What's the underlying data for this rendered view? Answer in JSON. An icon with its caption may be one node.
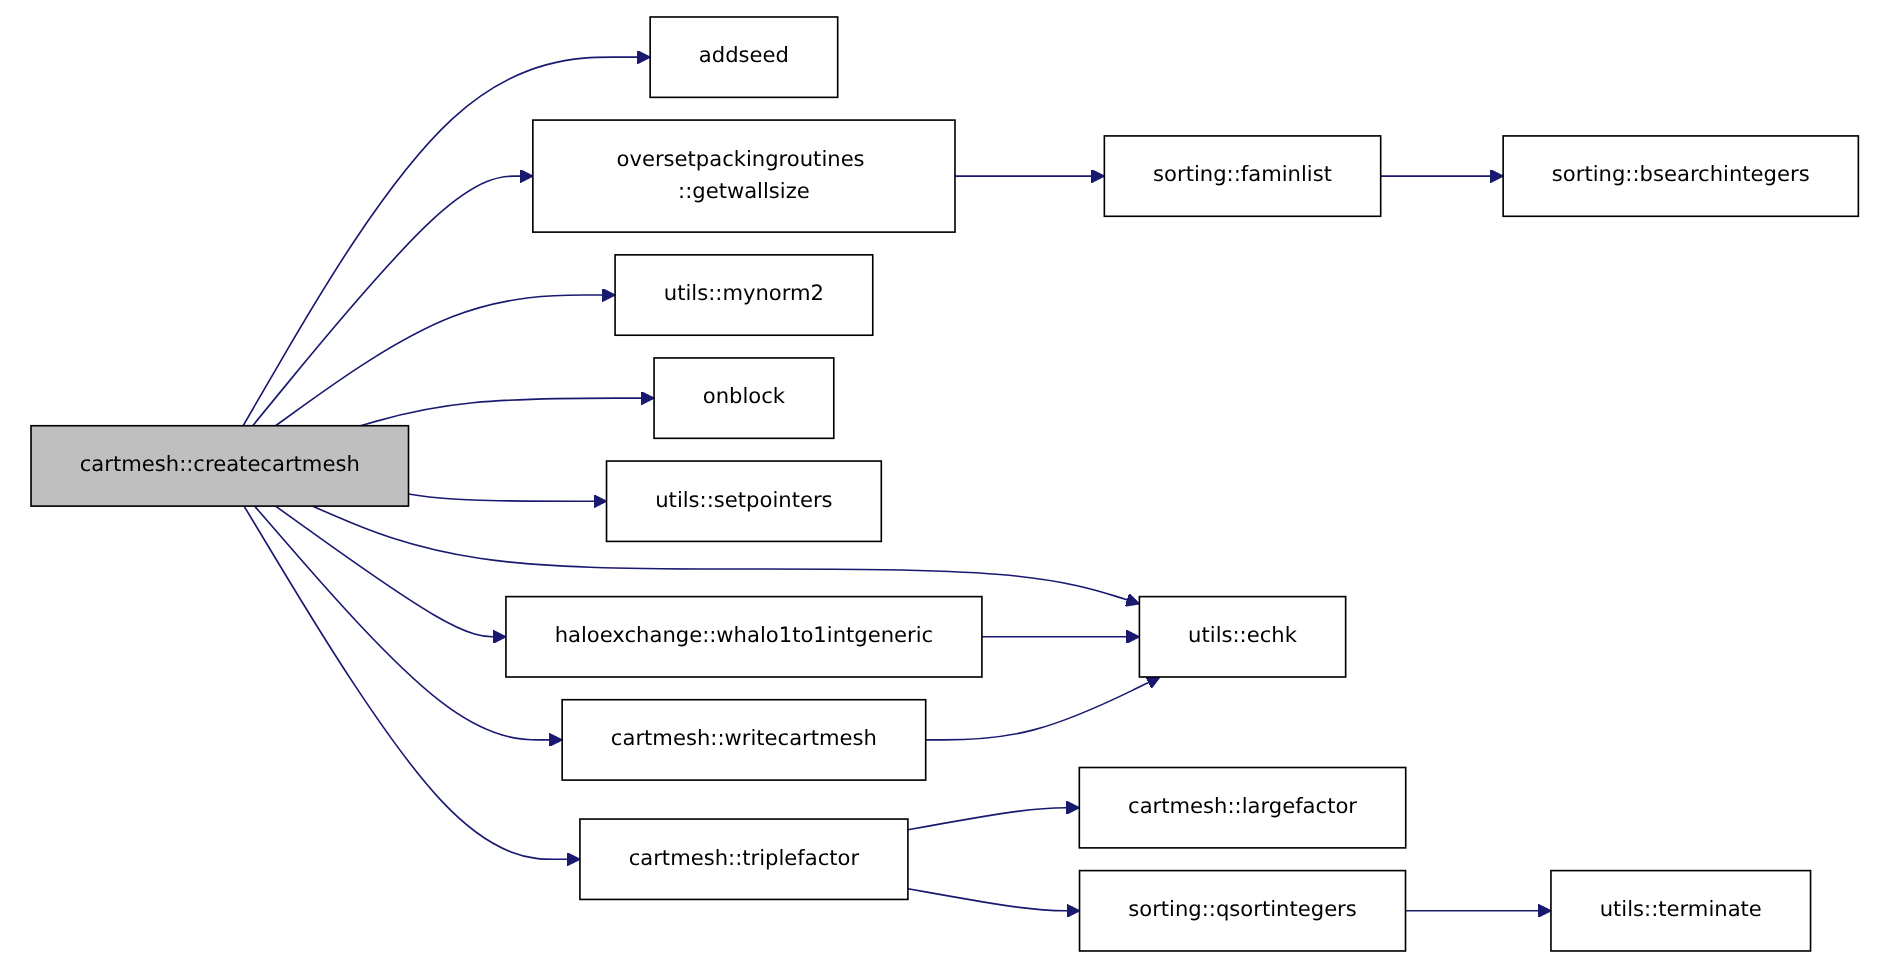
{
  "diagram": {
    "nodes": [
      {
        "text": [
          "cartmesh::createcartmesh"
        ]
      },
      {
        "text": [
          "addseed"
        ]
      },
      {
        "text": [
          "oversetpackingroutines ::getwallsize"
        ]
      },
      {
        "text": [
          "sorting::faminlist"
        ]
      },
      {
        "text": [
          "sorting::bsearchintegers"
        ]
      },
      {
        "text": [
          "utils::mynorm2"
        ]
      },
      {
        "text": [
          "onblock"
        ]
      },
      {
        "text": [
          "utils::setpointers"
        ]
      },
      {
        "text": [
          "haloexchange::whalo1to1intgeneric"
        ]
      },
      {
        "text": [
          "utils::echk"
        ]
      },
      {
        "text": [
          "cartmesh::writecartmesh"
        ]
      },
      {
        "text": [
          "cartmesh::triplefactor"
        ]
      },
      {
        "text": [
          "cartmesh::largefactor"
        ]
      },
      {
        "text": [
          "sorting::qsortintegers"
        ]
      },
      {
        "text": [
          "utils::terminate"
        ]
      }
    ],
    "edges": [
      {
        "from": 0,
        "to": 1,
        "arrow": "to"
      },
      {
        "from": 0,
        "to": 2,
        "arrow": "to"
      },
      {
        "from": 2,
        "to": 3,
        "arrow": "to"
      },
      {
        "from": 3,
        "to": 4,
        "arrow": "to"
      },
      {
        "from": 0,
        "to": 9,
        "arrow": "to"
      },
      {
        "from": 0,
        "to": 5,
        "arrow": "to"
      },
      {
        "from": 0,
        "to": 6,
        "arrow": "to"
      },
      {
        "from": 0,
        "to": 7,
        "arrow": "to"
      },
      {
        "from": 0,
        "to": 8,
        "arrow": "to"
      },
      {
        "from": 8,
        "to": 9,
        "arrow": "to"
      },
      {
        "from": 0,
        "to": 10,
        "arrow": "to"
      },
      {
        "from": 10,
        "to": 9,
        "arrow": "to"
      },
      {
        "from": 0,
        "to": 11,
        "arrow": "to"
      },
      {
        "from": 11,
        "to": 12,
        "arrow": "to"
      },
      {
        "from": 11,
        "to": 13,
        "arrow": "to"
      },
      {
        "from": 13,
        "to": 14,
        "arrow": "to"
      }
    ]
  }
}
